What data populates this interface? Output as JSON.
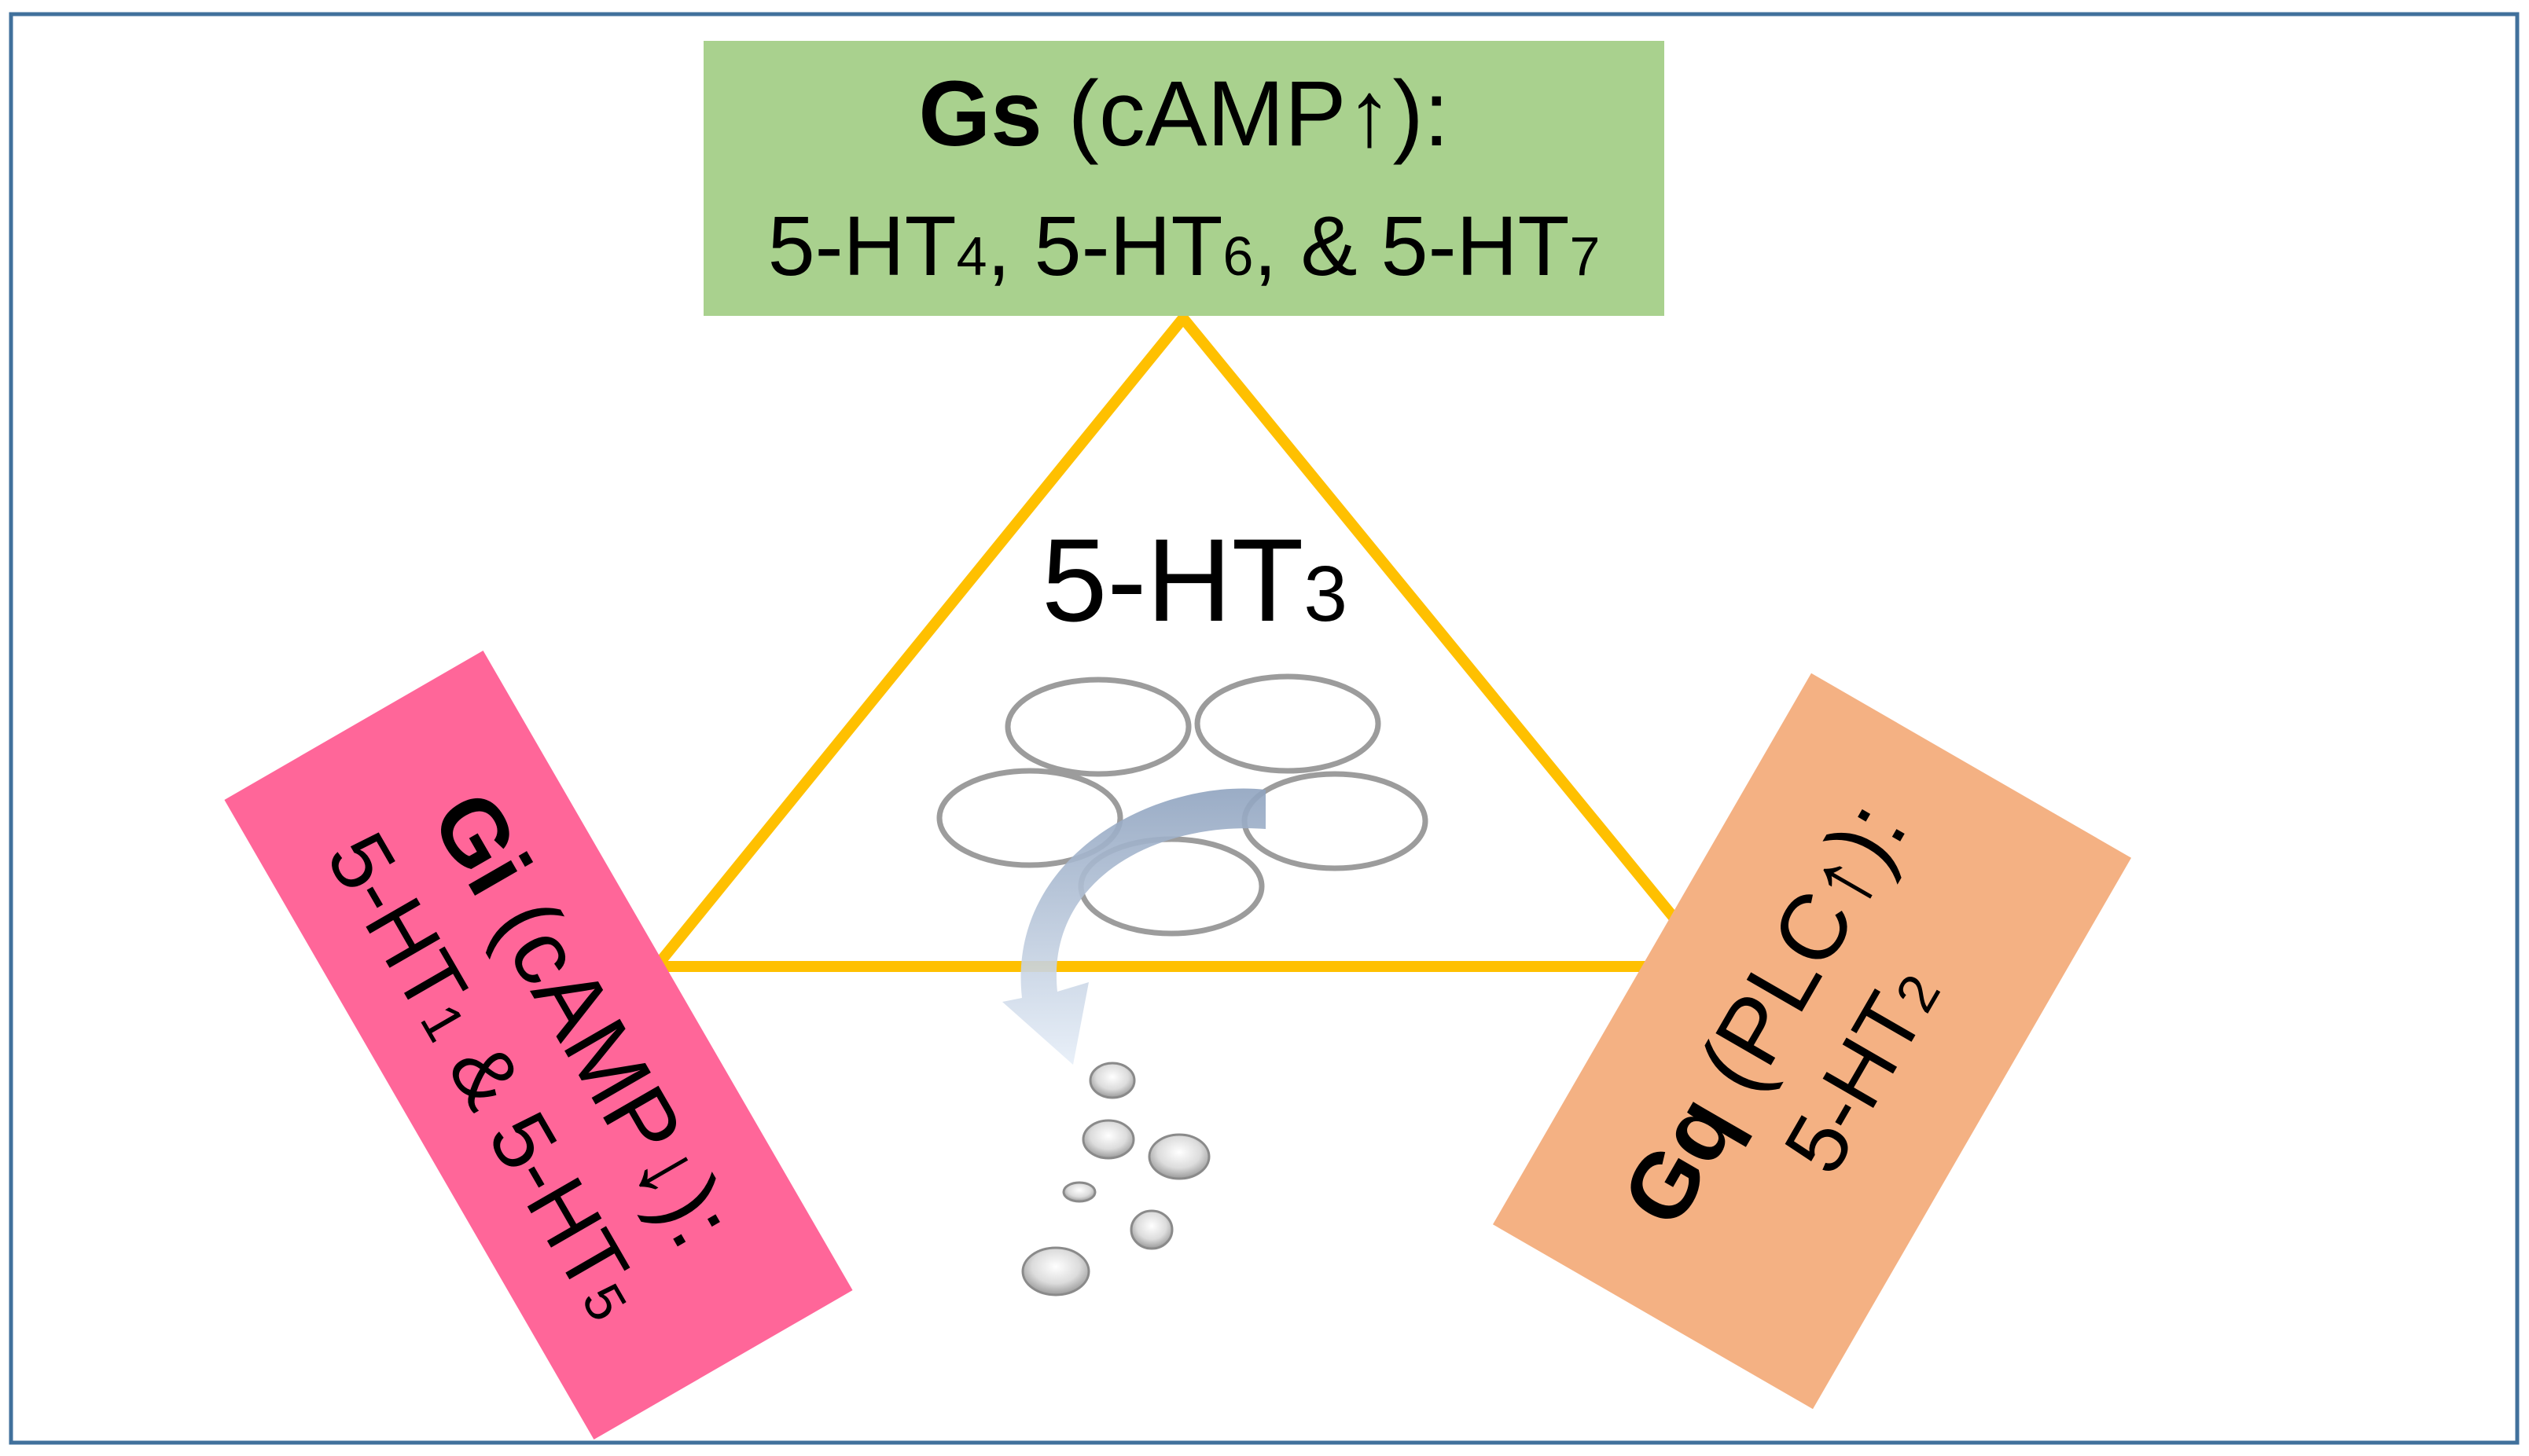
{
  "gs": {
    "bold": "Gs",
    "rest": " (cAMP↑):",
    "line2": {
      "a": "5-HT",
      "a_sub": "4",
      "b": ", 5-HT",
      "b_sub": "6",
      "c": ", & 5-HT",
      "c_sub": "7"
    },
    "color": "#a9d18e"
  },
  "center": {
    "main": "5-HT",
    "sub": "3",
    "triangle_color": "#ffc000"
  },
  "gi": {
    "bold": "Gi",
    "rest": " (cAMP↓):",
    "line2": {
      "a": "5-HT",
      "a_sub": "1",
      "b": " & 5-HT",
      "b_sub": "5"
    },
    "color": "#ff6699"
  },
  "gq": {
    "bold": "Gq",
    "rest": " (PLC↑):",
    "line2": {
      "a": "5-HT",
      "a_sub": "2"
    },
    "color": "#f4b183"
  },
  "frame_color": "#41719c"
}
